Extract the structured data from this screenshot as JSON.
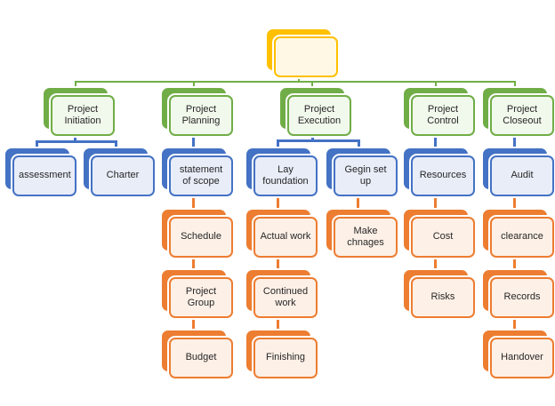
{
  "colors": {
    "root_yellow": "#FFC000",
    "phase_green": "#70AD47",
    "deliverable_blue": "#4472C4",
    "task_orange": "#ED7D31",
    "text": "#262626",
    "background": "#FFFFFF"
  },
  "tree": {
    "root": {
      "label": ""
    },
    "branches": [
      {
        "label": "Project Initiation",
        "children": [
          {
            "label": "assessment",
            "chain": []
          },
          {
            "label": "Charter",
            "chain": []
          }
        ]
      },
      {
        "label": "Project Planning",
        "children": [
          {
            "label": "statement of scope",
            "chain": [
              "Schedule",
              "Project Group",
              "Budget"
            ]
          }
        ]
      },
      {
        "label": "Project Execution",
        "children": [
          {
            "label": "Lay foundation",
            "chain": [
              "Actual work",
              "Continued work",
              "Finishing"
            ]
          },
          {
            "label": "Gegin set up",
            "chain": [
              "Make chnages"
            ]
          }
        ]
      },
      {
        "label": "Project Control",
        "children": [
          {
            "label": "Resources",
            "chain": [
              "Cost",
              "Risks"
            ]
          }
        ]
      },
      {
        "label": "Project Closeout",
        "children": [
          {
            "label": "Audit",
            "chain": [
              "clearance",
              "Records",
              "Handover"
            ]
          }
        ]
      }
    ]
  }
}
